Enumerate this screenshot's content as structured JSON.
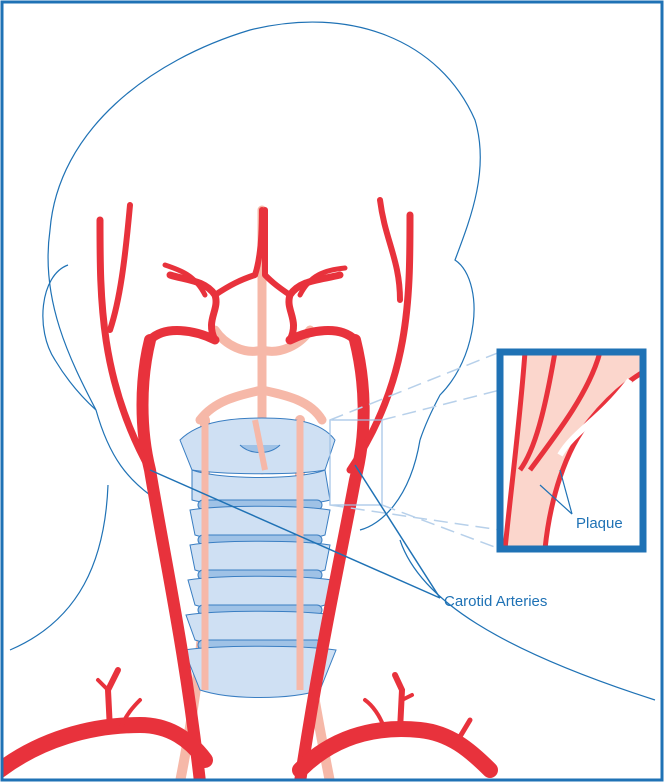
{
  "labels": {
    "carotid": "Carotid Arteries",
    "plaque": "Plaque"
  },
  "colors": {
    "frame": "#1f72b5",
    "outline": "#1f72b5",
    "artery": "#e8323c",
    "vertebral": "#f6b8a8",
    "spine": "#cfe0f3",
    "spine_stroke": "#3a7ec2",
    "background": "#ffffff"
  },
  "icons": {
    "zoom_inset": "magnified-artery-detail"
  }
}
